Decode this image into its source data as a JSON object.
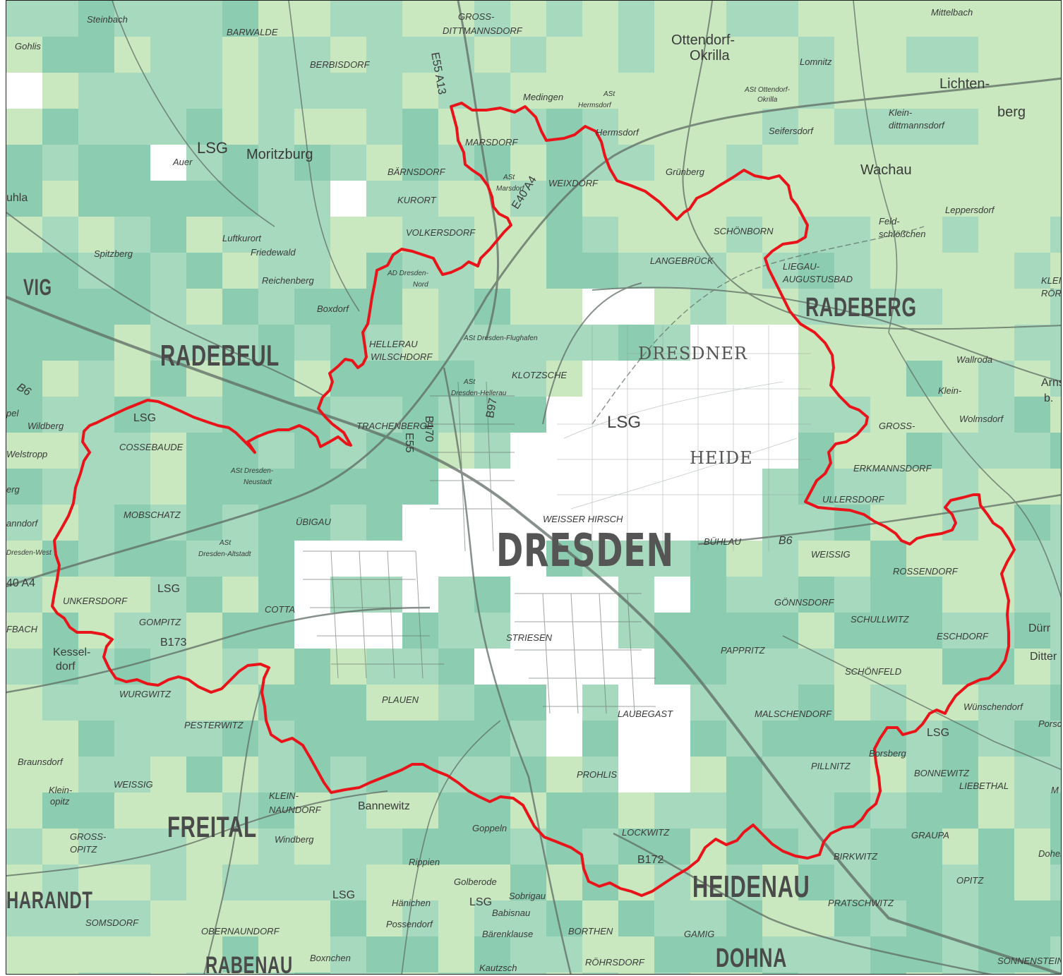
{
  "map": {
    "colors": {
      "light_green": "#c9e8bf",
      "medium_green": "#a7d9bf",
      "dark_green": "#8cccb1",
      "white_cells": "#ffffff",
      "roads": "#5f6b64",
      "city_boundary": "#e8141a"
    },
    "labels": {
      "dresden": "DRESDEN",
      "dresdner": "DRESDNER",
      "heide": "HEIDE",
      "lsg_heide": "LSG",
      "radebeul": "RADEBEUL",
      "radeberg": "RADEBERG",
      "heidenau": "HEIDENAU",
      "freital": "FREITAL",
      "tharandt": "HARANDT",
      "rabenau": "RABENAU",
      "dohna": "DOHNA",
      "moritzburg": "Moritzburg",
      "lsg_moritzburg": "LSG",
      "ottendorf": "Ottendorf-",
      "okrilla": "Okrilla",
      "lichtenberg1": "Lichten-",
      "lichtenberg2": "berg",
      "wachau": "Wachau",
      "mittelbach": "Mittelbach",
      "steinbach": "Steinbach",
      "barwalde": "BARWALDE",
      "gross_dittmannsdorf1": "GROSS-",
      "gross_dittmannsdorf2": "DITTMANNSDORF",
      "berbisdorf": "BERBISDORF",
      "medingen": "Medingen",
      "hermsdorf": "Hermsdorf",
      "marsdorf": "MARSDORF",
      "barnsdorf": "BÄRNSDORF",
      "kurort": "KURORT",
      "volkersdorf": "VOLKERSDORF",
      "weixdorf": "WEIXDORF",
      "grunberg": "Grünberg",
      "seifersdorf": "Seifersdorf",
      "klein_dittmannsdorf1": "Klein-",
      "klein_dittmannsdorf2": "dittmannsdorf",
      "lomnitz": "Lomnitz",
      "schonborn": "SCHÖNBORN",
      "langebruck": "LANGEBRÜCK",
      "liegau": "LIEGAU-",
      "augustusbad": "AUGUSTUSBAD",
      "feldschlosschen1": "Feld-",
      "feldschlosschen2": "schlößchen",
      "leppersdorf": "Leppersdorf",
      "wallroda": "Wallroda",
      "klein_wolmsdorf1": "Klein-",
      "klein_wolmsdorf2": "Wolmsdorf",
      "gross_erkmannsdorf1": "GROSS-",
      "gross_erkmannsdorf2": "ERKMANNSDORF",
      "ullersdorf": "ULLERSDORF",
      "weissig_east": "WEISSIG",
      "rossendorf": "ROSSENDORF",
      "gonnsdorf": "GÖNNSDORF",
      "schullwitz": "SCHULLWITZ",
      "eschdorf": "ESCHDORF",
      "schonfeld": "SCHÖNFELD",
      "malschendorf": "MALSCHENDORF",
      "wunschendorf": "Wünschendorf",
      "porsch": "Porsch",
      "borsberg": "Borsberg",
      "bonnewitz": "BONNEWITZ",
      "liebethal": "LIEBETHAL",
      "graupa": "GRAUPA",
      "birkwitz": "BIRKWITZ",
      "pillnitz": "PILLNITZ",
      "opitz": "OPITZ",
      "pratschwitz": "PRATSCHWITZ",
      "dohna_sonnenstein": "SONNENSTEIN",
      "spitzberg": "Spitzberg",
      "luftkurort": "Luftkurort",
      "friedewald": "Friedewald",
      "reichenberg": "Reichenberg",
      "boxdorf": "Boxdorf",
      "hellerau": "HELLERAU",
      "wilschdorf": "WILSCHDORF",
      "klotzsche": "KLOTZSCHE",
      "trachenberge": "TRACHENBERGE",
      "weisser_hirsch": "WEISSER HIRSCH",
      "buhlau": "BÜHLAU",
      "cossebaude": "COSSEBAUDE",
      "mobschatz": "MOBSCHATZ",
      "ubigau": "ÜBIGAU",
      "cotta": "COTTA",
      "gompitz": "GOMPITZ",
      "unkersdorf": "UNKERSDORF",
      "kesselsdorf1": "Kessel-",
      "kesselsdorf2": "dorf",
      "wildberg": "Wildberg",
      "wurgwitz": "WURGWITZ",
      "pesterwitz": "PESTERWITZ",
      "braunsdorf": "Braunsdorf",
      "klein_opitz1": "Klein-",
      "klein_opitz2": "opitz",
      "weissig_west": "WEISSIG",
      "gross_opitz1": "GROSS-",
      "gross_opitz2": "OPITZ",
      "somsdorf": "SOMSDORF",
      "obernaundorf": "OBERNAUNDORF",
      "klein_naundorf1": "KLEIN-",
      "klein_naundorf2": "NAUNDORF",
      "windberg": "Windberg",
      "bannewitz": "Bannewitz",
      "goppeln": "Goppeln",
      "rippien": "Rippien",
      "golberode": "Golberode",
      "hanichen": "Hänichen",
      "lsg_south": "LSG",
      "lsg_south2": "LSG",
      "possendorf": "Possendorf",
      "babisnau": "Babisnau",
      "barenklause": "Bärenklause",
      "sobrigau": "Sobrigau",
      "borthen": "BORTHEN",
      "gamig": "GAMIG",
      "rohrsdorf": "RÖHRSDORF",
      "kautzsch": "Kautzsch",
      "boxnchen": "Boxnchen",
      "plauen": "PLAUEN",
      "striesen": "STRIESEN",
      "laubegast": "LAUBEGAST",
      "prohlis": "PROHLIS",
      "lockwitz": "LOCKWITZ",
      "pappritz": "PAPPRITZ",
      "lsg_cossebaude": "LSG",
      "lsg_west": "LSG",
      "lsg_borsberg": "LSG",
      "e55_a13": "E55 A13",
      "e40_a4": "E40 A4",
      "b97": "B97",
      "b170": "B170",
      "e55": "E55",
      "b6_west": "B6",
      "b6_east": "B6",
      "b173": "B173",
      "b172": "B172",
      "a4_west": "40 A4",
      "ast_ottendorf": "ASt Ottendorf-",
      "ast_okrilla": "Okrilla",
      "ast_hermsdorf1": "ASt",
      "ast_hermsdorf2": "Hermsdorf",
      "ast_marsdorf1": "ASt",
      "ast_marsdorf2": "Marsdorf",
      "ad_dresden_nord1": "AD Dresden-",
      "ad_dresden_nord2": "Nord",
      "ast_flughafen": "ASt Dresden-Flughafen",
      "ast_hellerau1": "ASt",
      "ast_hellerau2": "Dresden-Hellerau",
      "ast_neustadt1": "ASt Dresden-",
      "ast_neustadt2": "Neustadt",
      "ast_altstadt1": "ASt",
      "ast_altstadt2": "Dresden-Altstadt",
      "dresden_west": "Dresden-West",
      "auer": "Auer",
      "gohlis": "Gohlis",
      "vig": "VIG",
      "uhla": "uhla",
      "pel": "pel",
      "welstropp": "Welstropp",
      "erg": "erg",
      "anndorf": "anndorf",
      "fbach": "FBACH",
      "arns1": "Arns",
      "arns2": "b.",
      "kleinro1": "KLEIN",
      "kleinro2": "RÖR",
      "durr1": "Dürr",
      "ditter": "Ditter",
      "doher": "Doher",
      "m_east": "M"
    }
  }
}
